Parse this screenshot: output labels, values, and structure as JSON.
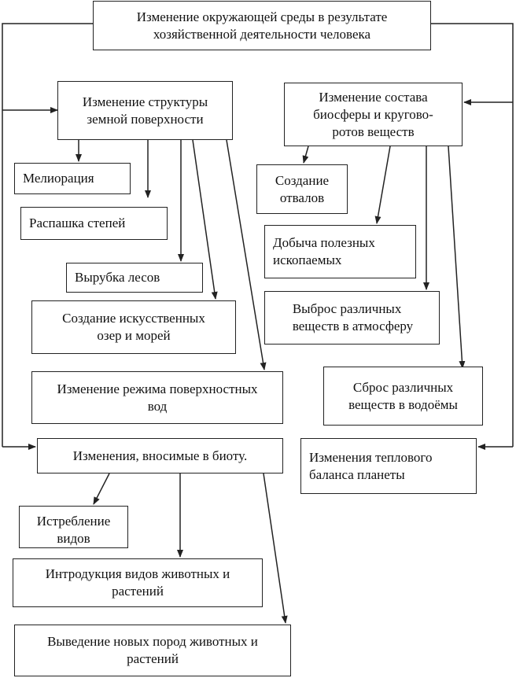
{
  "root": {
    "label": "Изменение окружающей среды в результате\nхозяйственной деятельности  человека"
  },
  "structure": {
    "label": "Изменение структуры\nземной поверхности",
    "items": [
      "Мелиорация",
      "Распашка степей",
      "Вырубка лесов",
      "Создание искусственных\nозер и морей",
      "Изменение режима поверхностных\nвод"
    ]
  },
  "composition": {
    "label": "Изменение состава\nбиосферы и  кругово-\nротов веществ",
    "items": [
      "Создание\nотвалов",
      "Добыча полезных\nископаемых",
      "Выброс      различных\nвеществ в атмосферу",
      "Сброс различных\nвеществ в водоёмы"
    ]
  },
  "heat_balance": {
    "label": "Изменения теплового\nбаланса планеты"
  },
  "biota": {
    "label": "Изменения, вносимые в биоту.",
    "items": [
      "Истребление\nвидов",
      "Интродукция видов животных и\nрастений",
      "Выведение новых пород животных и\nрастений"
    ]
  },
  "colors": {
    "line": "#222222",
    "box_border": "#222222",
    "text": "#111111"
  }
}
